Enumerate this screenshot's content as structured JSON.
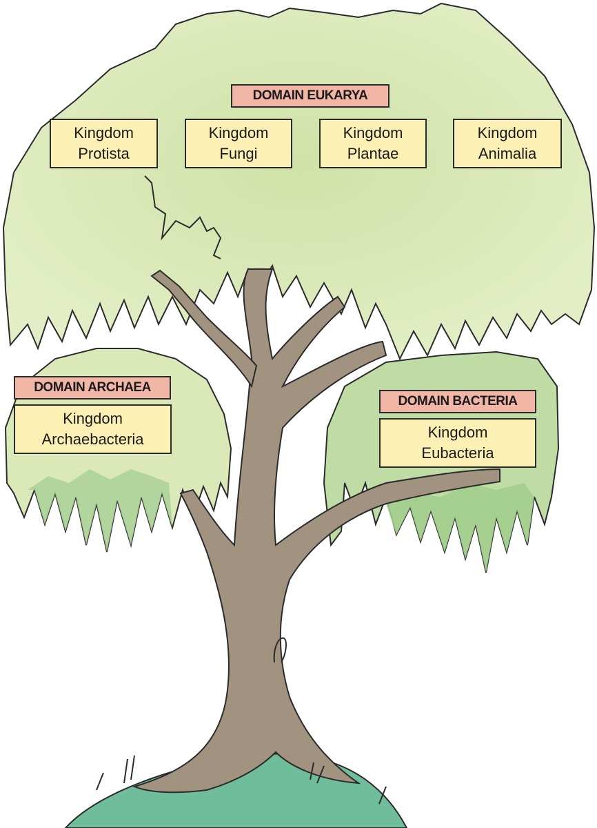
{
  "colors": {
    "canopy": "#d9e8b6",
    "canopy_dark": "#a9d196",
    "trunk": "#a29280",
    "ground": "#6fbd9a",
    "domain_fill": "#f2b6a6",
    "kingdom_fill": "#fdf0b4",
    "outline": "#2b2b2b"
  },
  "eukarya": {
    "domain": "DOMAIN EUKARYA",
    "kingdoms": [
      {
        "line1": "Kingdom",
        "line2": "Protista"
      },
      {
        "line1": "Kingdom",
        "line2": "Fungi"
      },
      {
        "line1": "Kingdom",
        "line2": "Plantae"
      },
      {
        "line1": "Kingdom",
        "line2": "Animalia"
      }
    ]
  },
  "archaea": {
    "domain": "DOMAIN ARCHAEA",
    "kingdom": {
      "line1": "Kingdom",
      "line2": "Archaebacteria"
    }
  },
  "bacteria": {
    "domain": "DOMAIN BACTERIA",
    "kingdom": {
      "line1": "Kingdom",
      "line2": "Eubacteria"
    }
  }
}
